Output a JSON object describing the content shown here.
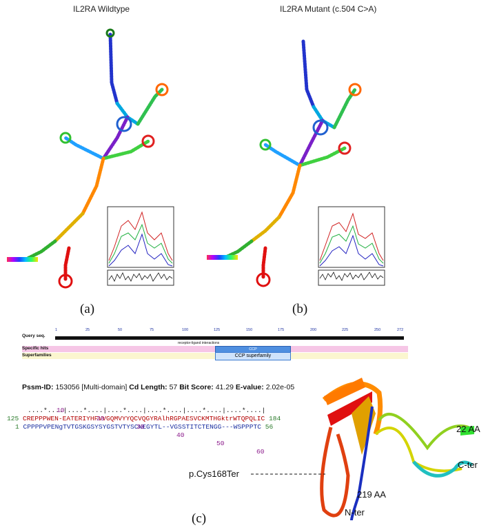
{
  "panel_a": {
    "title": "IL2RA Wildtype",
    "label": "(a)"
  },
  "panel_b": {
    "title": "IL2RA Mutant (c.504 C>A)",
    "label": "(b)"
  },
  "panel_c": {
    "label": "(c)",
    "query_seq_label": "Query seq.",
    "specific_hits_label": "Specific hits",
    "superfamilies_label": "Superfamilies",
    "ruler_ticks": [
      "1",
      "25",
      "50",
      "75",
      "100",
      "125",
      "150",
      "175",
      "200",
      "225",
      "250",
      "272"
    ],
    "interaction_label": "receptor-ligand interactions",
    "hit_label": "CCP",
    "superfamily_label": "CCP superfamily",
    "stats": {
      "pssm_label": "Pssm-ID:",
      "pssm_value": "153056 [Multi-domain]",
      "cd_label": "Cd Length:",
      "cd_value": "57",
      "bit_label": "Bit Score:",
      "bit_value": "41.29",
      "eval_label": "E-value:",
      "eval_value": "2.02e-05"
    },
    "alignment": {
      "position_numbers": [
        "10",
        "20",
        "30",
        "40",
        "50",
        "60"
      ],
      "marker_line": "....*....|....*....|....*....|....*....|....*....|....*....|",
      "row1_start": "125",
      "row1_seq": "CREPPPWEN-EATERIYHFVVGQMVYYQCVQGYRAlhRGPAESVCKMTHGktrWTQPQLIC",
      "row1_end": "184",
      "row2_start": "1",
      "row2_seq": "CPPPPVPENgTVTGSKGSYSYGSTVTYSCNEGYTL--VGSSTITCTENGG---WSPPPTC",
      "row2_end": "56"
    },
    "structure": {
      "mutation_label": "p.Cys168Ter",
      "aa22": "22 AA",
      "aa219": "219 AA",
      "cter": "C-ter",
      "nter": "N-ter"
    }
  },
  "colors": {
    "query_bar": "#111111",
    "specific_hits_bg": "#f6c6e6",
    "superfamilies_bg": "#fbf6cf",
    "domain_box": "#7fb6ee",
    "alignment_query": "#b30000",
    "alignment_hit": "#1a2fa0",
    "alignment_numbers": "#8b1a8b",
    "alignment_ends": "#2a7a2a"
  }
}
